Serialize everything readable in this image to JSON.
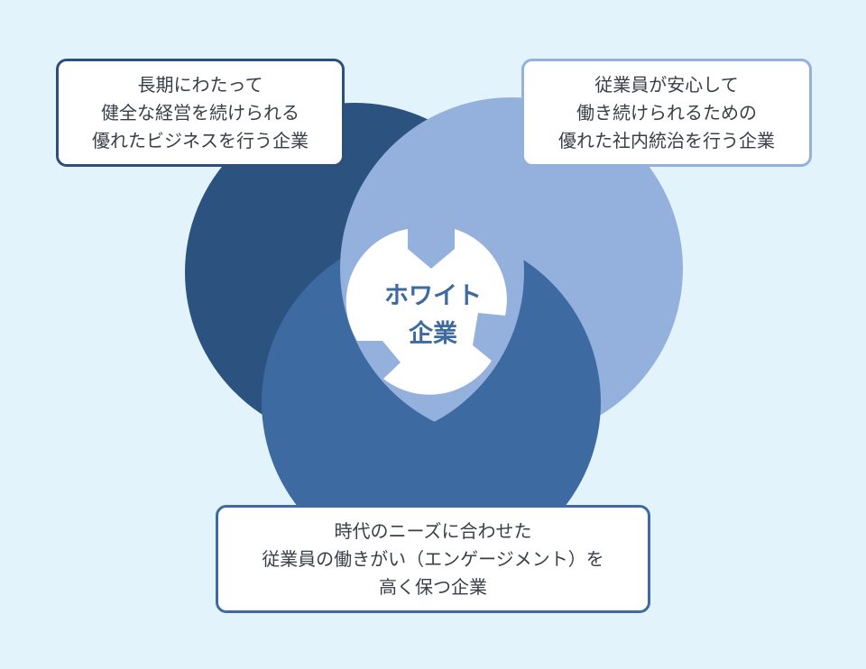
{
  "colors": {
    "background": "#e3f3fb",
    "circle_left": "#2c527f",
    "circle_right": "#93b1dc",
    "circle_bottom": "#3d6aa0",
    "center_text": "#3d6aa0"
  },
  "center": {
    "line1": "ホワイト",
    "line2": "企業"
  },
  "boxes": {
    "left": {
      "lines": [
        "長期にわたって",
        "健全な経営を続けられる",
        "優れたビジネスを行う企業"
      ]
    },
    "right": {
      "lines": [
        "従業員が安心して",
        "働き続けられるための",
        "優れた社内統治を行う企業"
      ]
    },
    "bottom": {
      "lines": [
        "時代のニーズに合わせた",
        "従業員の働きがい（エンゲージメント）を",
        "高く保つ企業"
      ]
    }
  }
}
